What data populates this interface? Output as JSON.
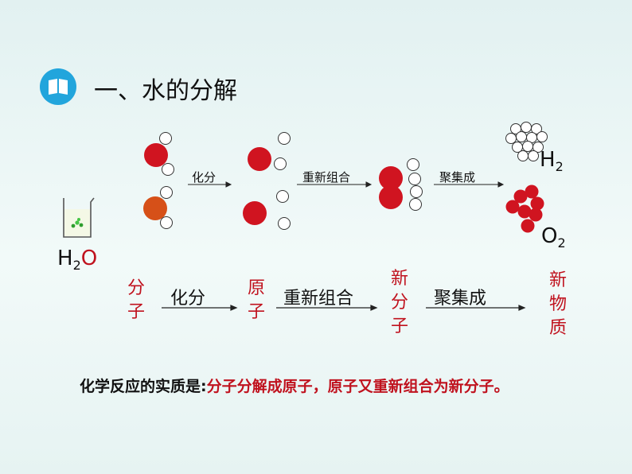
{
  "title": "一、水的分解",
  "water_label": {
    "prefix": "H",
    "sub": "2",
    "suffix": "O"
  },
  "h2_label": {
    "prefix": "H",
    "sub": "2"
  },
  "o2_label": {
    "prefix": "O",
    "sub": "2"
  },
  "diagram_arrows": [
    "化分",
    "重新组合",
    "聚集成"
  ],
  "flow": {
    "molecule": "分子",
    "atom": "原子",
    "new_molecule": "新分子",
    "new_substance": "新物质",
    "step1": "化分",
    "step2": "重新组合",
    "step3": "聚集成"
  },
  "conclusion": {
    "part1": "化学反应的实质是:",
    "part2": "分子分解成原子，原子又重新组合为新分子。"
  },
  "colors": {
    "accent": "#c0121e",
    "icon": "#22a5dc",
    "oxygen": "#d01420",
    "hydrogen": "#ffffff"
  }
}
